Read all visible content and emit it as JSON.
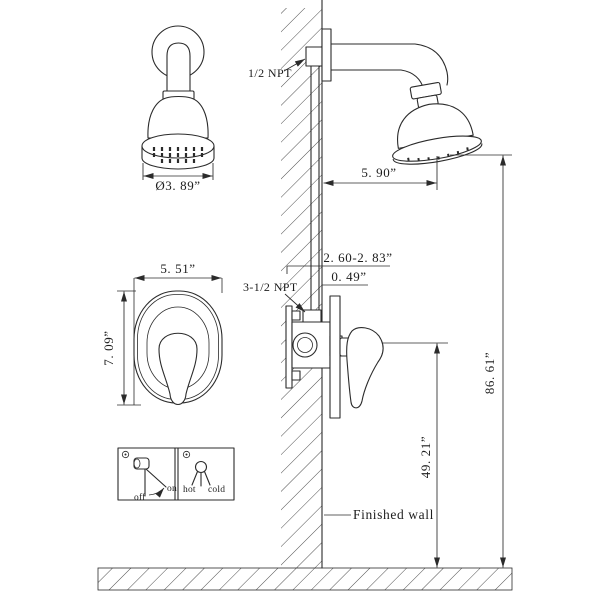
{
  "diagram": {
    "kind": "shower-faucet-installation-dimension-drawing",
    "background_color": "#ffffff",
    "line_color": "#2b2b2b"
  },
  "dimensions": {
    "showerhead_diameter": "Ø3. 89”",
    "trim_plate_width": "5. 51”",
    "trim_plate_height": "7. 09”",
    "shower_arm_reach": "5. 90”",
    "rough_in_depth_range": "2. 60-2. 83”",
    "trim_plate_thickness": "0. 49”",
    "valve_to_floor": "49. 21”",
    "showerhead_to_floor": "86. 61”"
  },
  "annotations": {
    "shower_arm_thread": "1/2 NPT",
    "valve_thread": "3-1/2 NPT",
    "finished_wall": "Finished wall"
  },
  "legend": {
    "on": "on",
    "off": "off",
    "hot": "hot",
    "cold": "cold"
  }
}
